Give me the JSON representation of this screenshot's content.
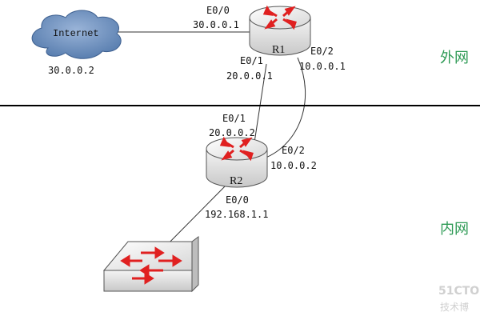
{
  "internet": {
    "label": "Internet",
    "ip": "30.0.0.2"
  },
  "r1": {
    "name": "R1",
    "e0_0": {
      "port": "E0/0",
      "ip": "30.0.0.1"
    },
    "e0_1": {
      "port": "E0/1",
      "ip": "20.0.0.1"
    },
    "e0_2": {
      "port": "E0/2",
      "ip": "10.0.0.1"
    }
  },
  "r2": {
    "name": "R2",
    "e0_1": {
      "port": "E0/1",
      "ip": "20.0.0.2"
    },
    "e0_2": {
      "port": "E0/2",
      "ip": "10.0.0.2"
    },
    "e0_0": {
      "port": "E0/0",
      "ip": "192.168.1.1"
    }
  },
  "zones": {
    "outer": "外网",
    "inner": "内网"
  },
  "watermark": {
    "line1": "51CTO",
    "line2": "技术博"
  },
  "colors": {
    "cloud": "#5a7fb0",
    "arrow": "#e02020",
    "zone_text": "#2e9a55",
    "device_body": "#e8e8e8"
  }
}
